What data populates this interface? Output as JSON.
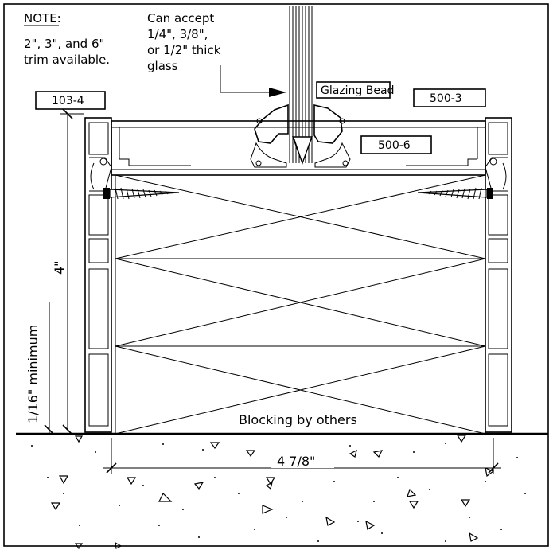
{
  "note": {
    "heading": "NOTE:",
    "line1": "2\", 3\", and 6\"",
    "line2": "trim available."
  },
  "glass_note": {
    "line1": "Can accept",
    "line2": "1/4\", 3/8\",",
    "line3": "or 1/2\" thick",
    "line4": "glass"
  },
  "callouts": {
    "glazing_bead": "Glazing Bead",
    "part_103_4": "103-4",
    "part_500_3": "500-3",
    "part_500_6": "500-6"
  },
  "dimensions": {
    "height": "4\"",
    "minimum": "1/16\" minimum",
    "width": "4 7/8\""
  },
  "blocking_label": "Blocking by others"
}
